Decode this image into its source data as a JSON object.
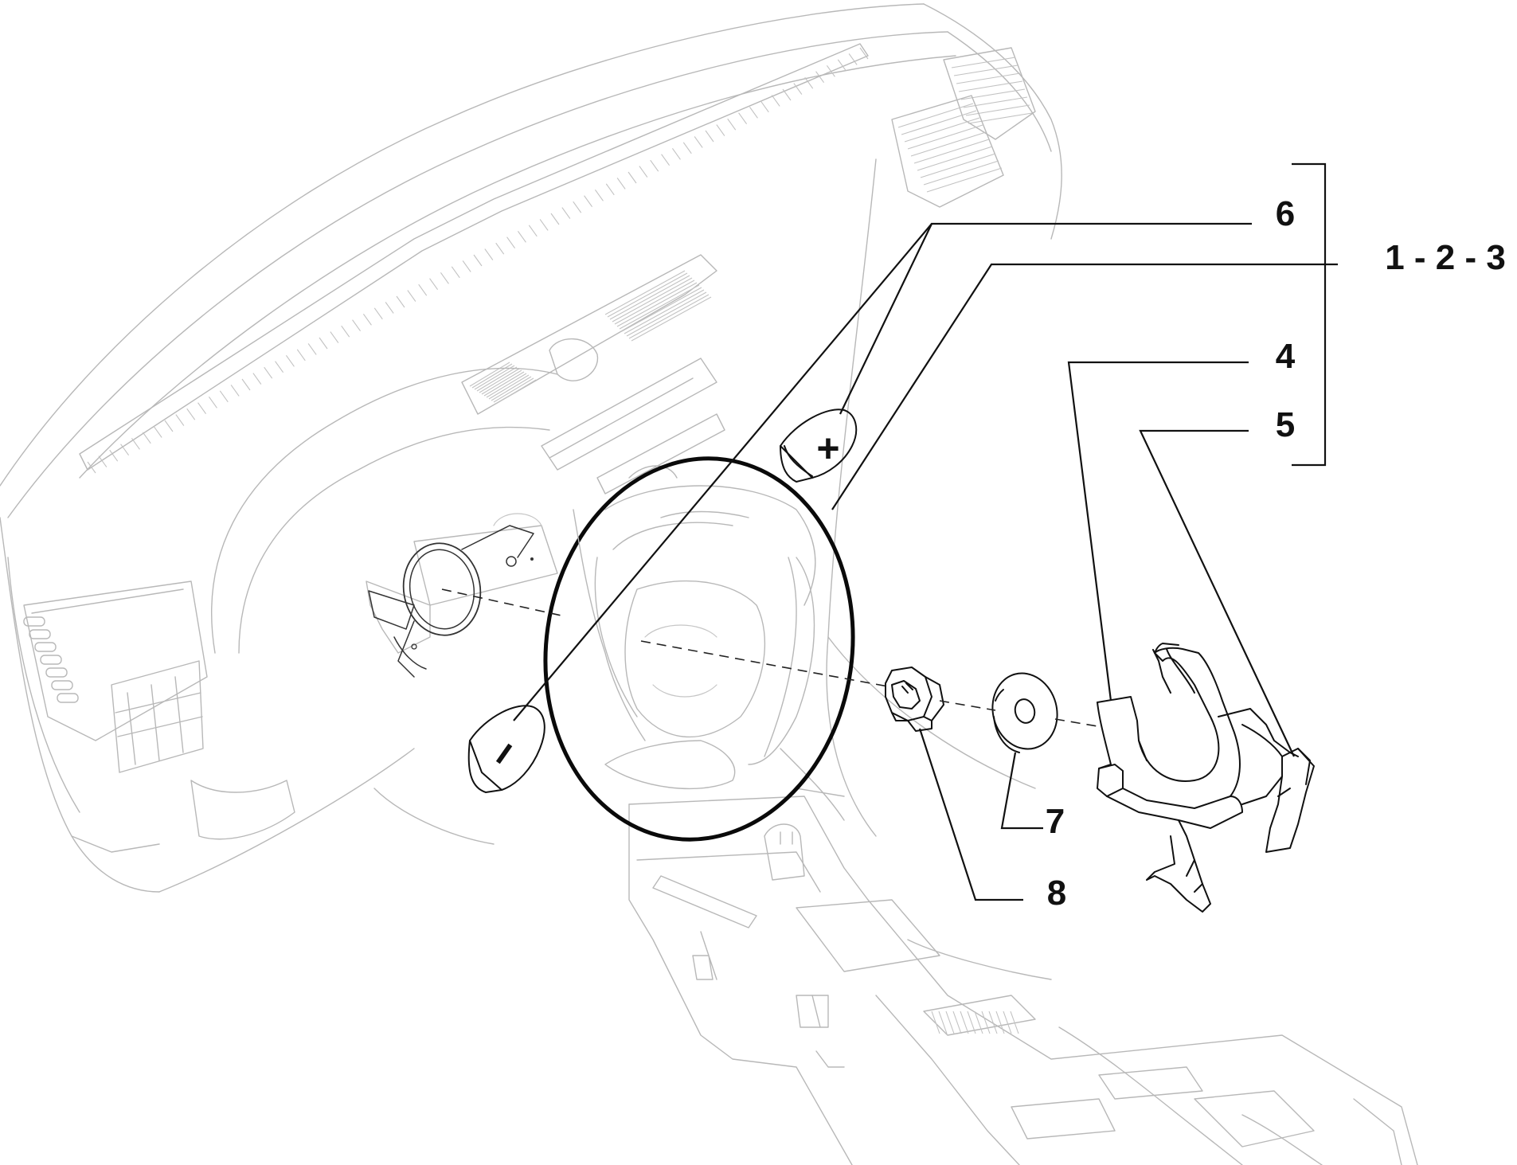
{
  "callouts": [
    {
      "id": "6",
      "label": "6"
    },
    {
      "id": "1-2-3",
      "label": "1 - 2 - 3"
    },
    {
      "id": "4",
      "label": "4"
    },
    {
      "id": "5",
      "label": "5"
    },
    {
      "id": "7",
      "label": "7"
    },
    {
      "id": "8",
      "label": "8"
    }
  ],
  "paddles": {
    "plus_symbol": "+",
    "minus_symbol": "−"
  },
  "colors": {
    "line": "#111111",
    "faint_line": "#b8b8b8",
    "background": "#ffffff"
  }
}
